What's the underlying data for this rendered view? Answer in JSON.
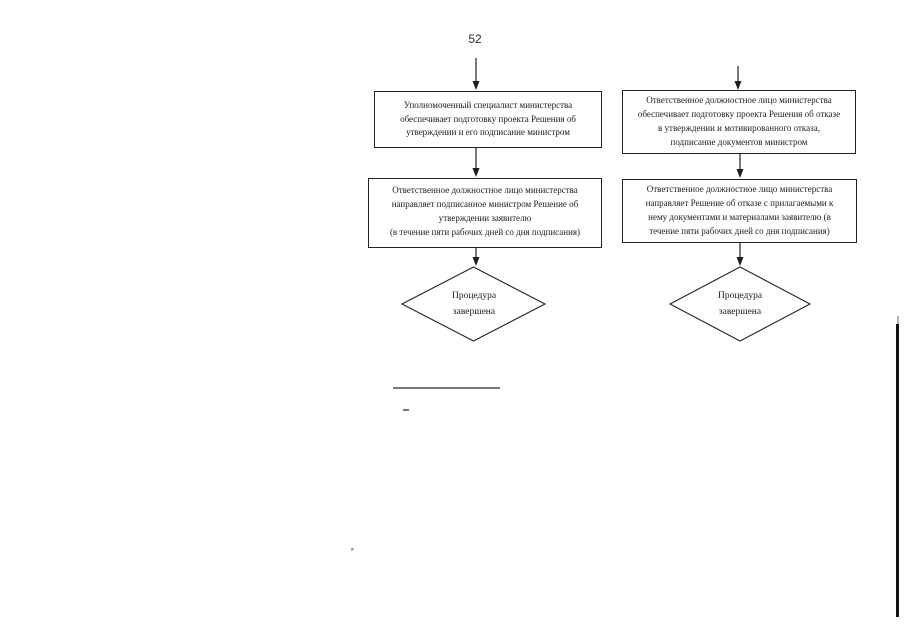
{
  "page_number": "52",
  "colors": {
    "ink": "#1e1e1e",
    "paper": "#ffffff",
    "artifact_line": "#141414",
    "footnote_rule": "#4a4a4a"
  },
  "flowchart": {
    "columns": [
      {
        "steps": [
          {
            "text": "Уполномоченный специалист министерства\nобеспечивает подготовку проекта Решения об\nутверждении и его подписание министром"
          },
          {
            "text": "Ответственное должностное лицо министерства\nнаправляет подписанное министром Решение об\nутверждении заявителю\n(в течение пяти рабочих дней со дня подписания)"
          }
        ],
        "terminal": "Процедура\nзавершена"
      },
      {
        "steps": [
          {
            "text": "Ответственное должностное лицо министерства\nобеспечивает подготовку проекта Решения об отказе\nв утверждении и мотивированного отказа,\nподписание документов министром"
          },
          {
            "text": "Ответственное должностное лицо министерства\nнаправляет Решение об отказе с прилагаемыми к\nнему документами и материалами заявителю (в\nтечение пяти рабочих дней со дня подписания)"
          }
        ],
        "terminal": "Процедура\nзавершена"
      }
    ]
  }
}
